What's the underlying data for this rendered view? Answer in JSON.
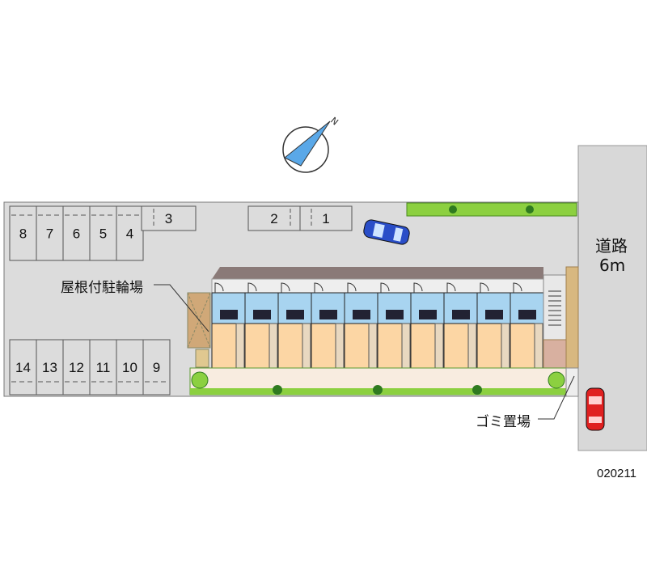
{
  "map": {
    "parking_spaces_top": [
      "8",
      "7",
      "6",
      "5",
      "4"
    ],
    "parking_space_3": "3",
    "parking_spaces_top_right": [
      "2",
      "1"
    ],
    "parking_spaces_bottom": [
      "14",
      "13",
      "12",
      "11",
      "10",
      "9"
    ],
    "labels": {
      "bike_parking": "屋根付駐輪場",
      "garbage": "ゴミ置場",
      "road_line1": "道路",
      "road_line2": "6m",
      "code": "020211",
      "compass_north": "N"
    },
    "unit_count": 10,
    "colors": {
      "lot": "#dcdcdc",
      "road": "#d8d8d8",
      "unit_wet": "#a8d4f0",
      "unit_room": "#fcd6a4",
      "greenery": "#8cd040",
      "roof": "#8a7a78",
      "car_blue": "#2a4ec8",
      "car_red": "#e02020"
    }
  }
}
